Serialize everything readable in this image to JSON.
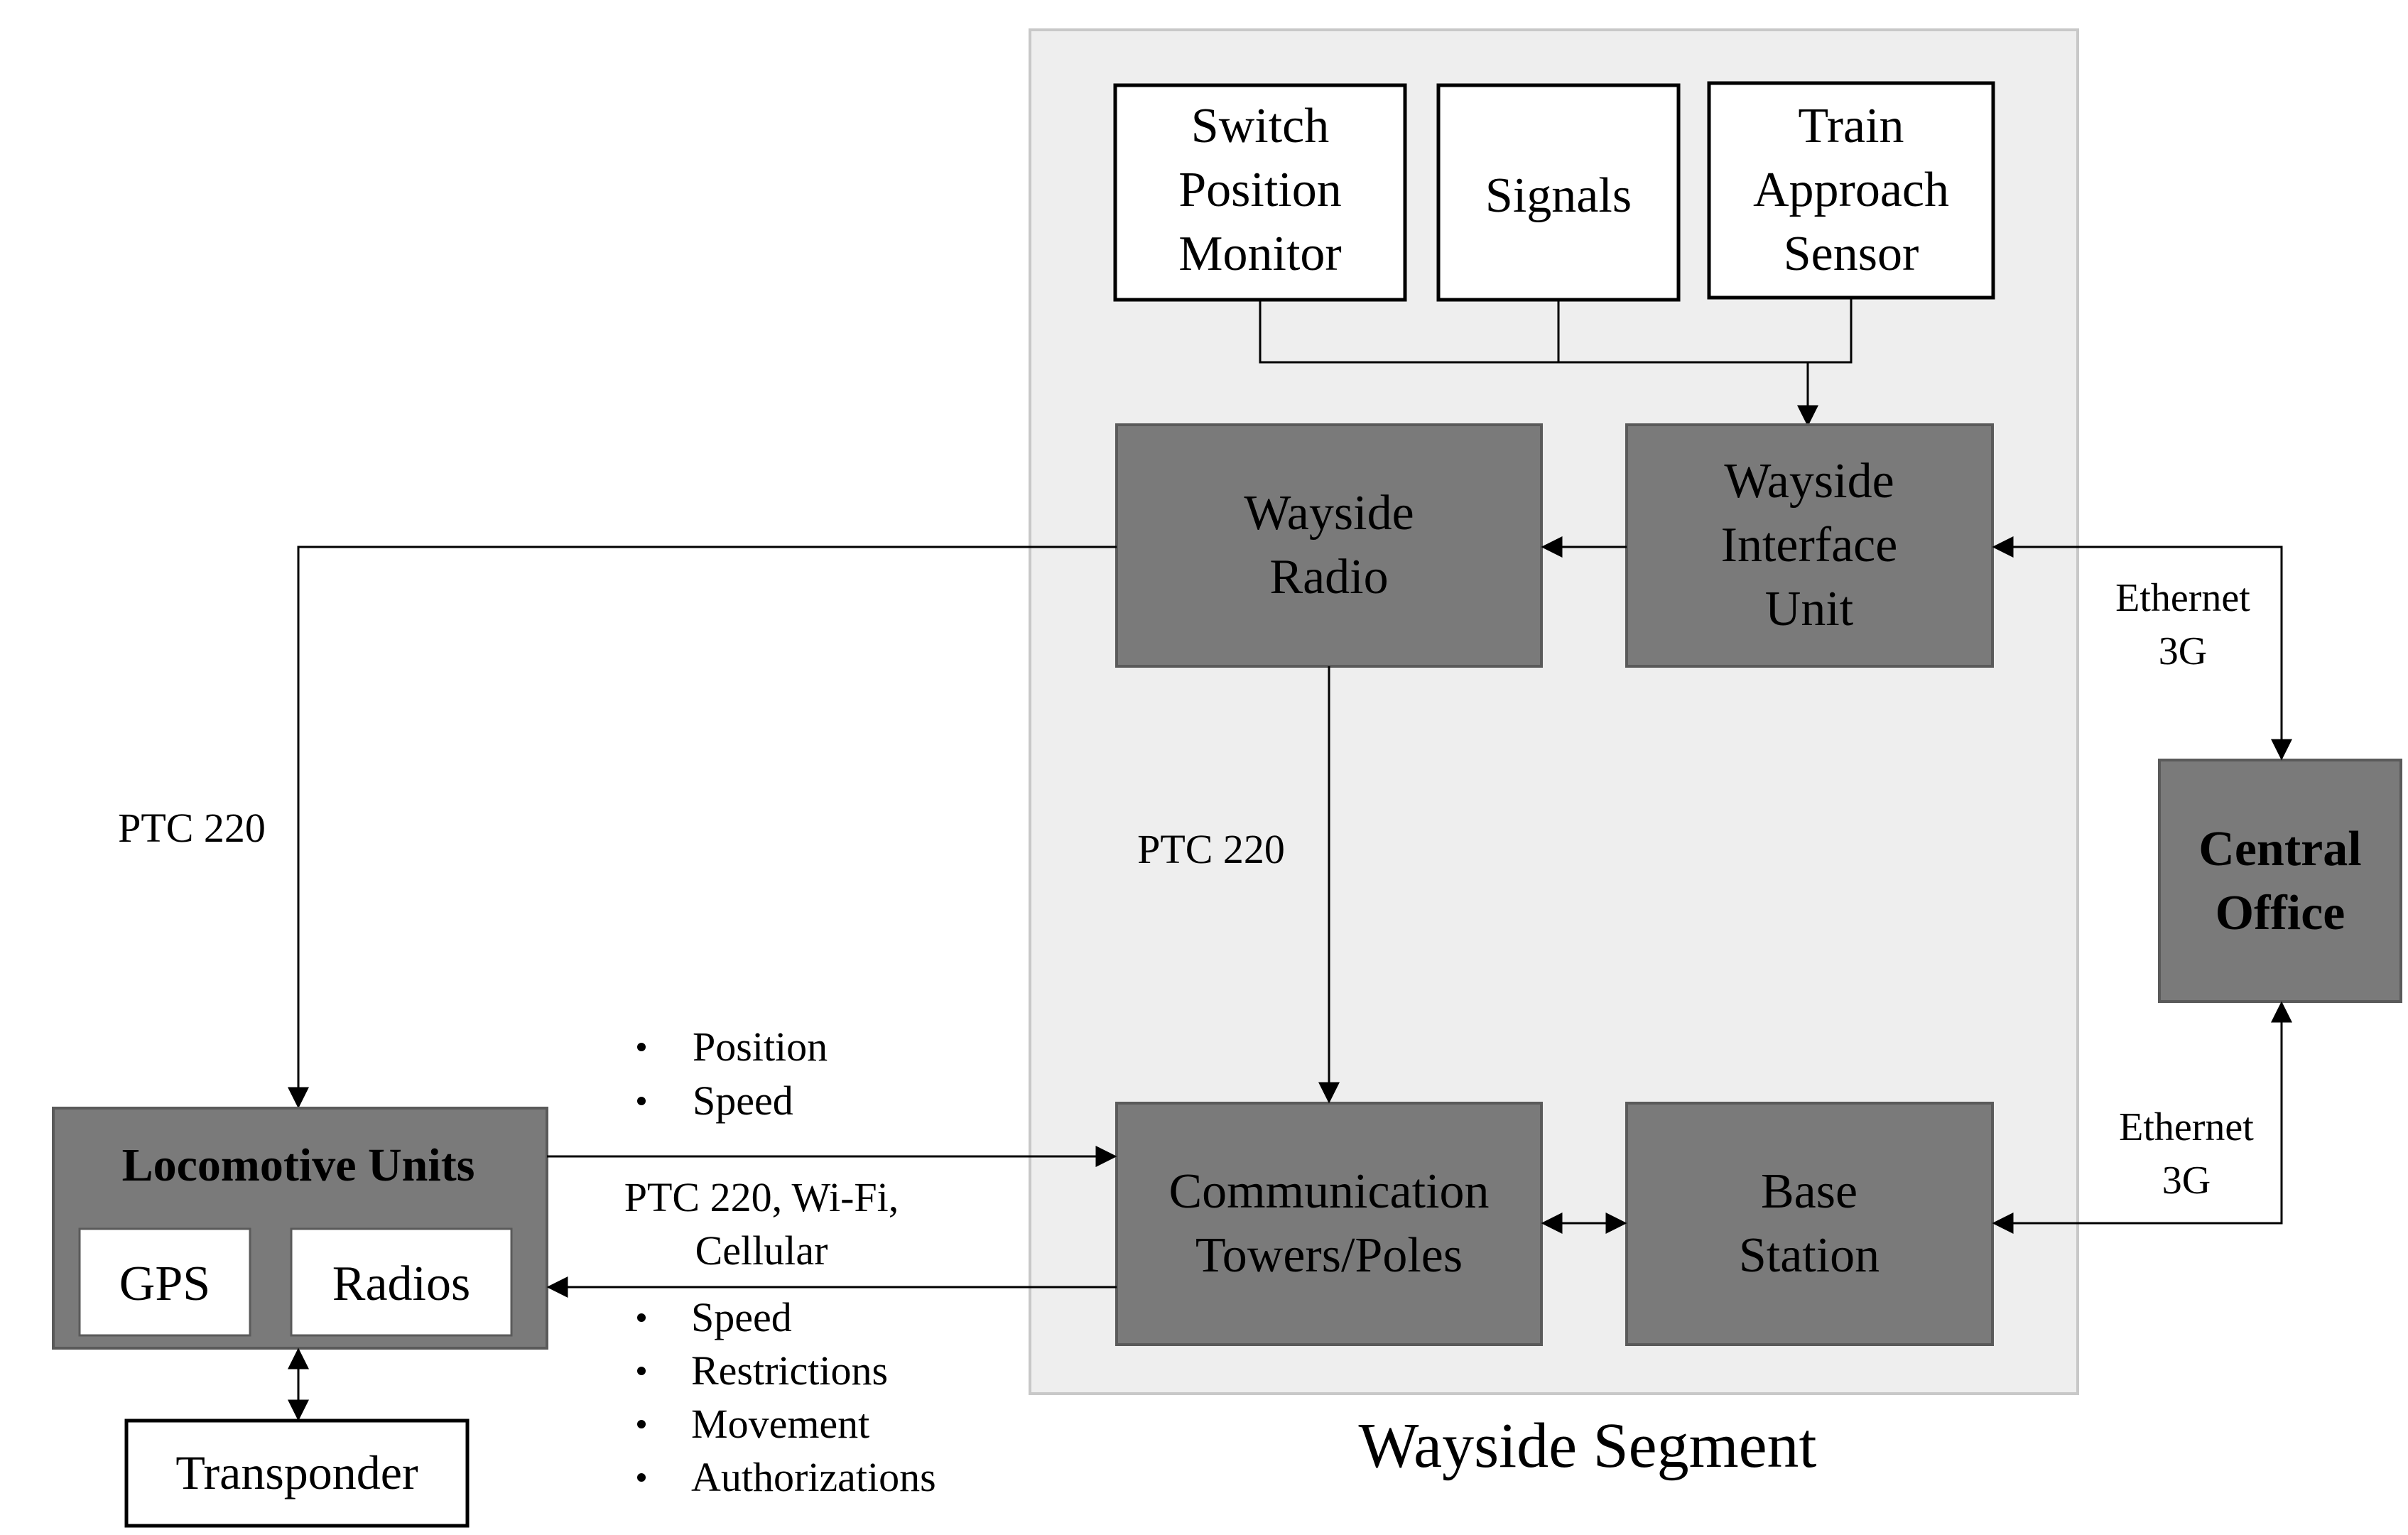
{
  "wayside_segment": {
    "label": "Wayside Segment",
    "switch_position_monitor": [
      "Switch",
      "Position",
      "Monitor"
    ],
    "signals": [
      "Signals"
    ],
    "train_approach_sensor": [
      "Train",
      "Approach",
      "Sensor"
    ],
    "wayside_radio": [
      "Wayside",
      "Radio"
    ],
    "wayside_interface_unit": [
      "Wayside",
      "Interface",
      "Unit"
    ],
    "communication_towers": [
      "Communication",
      "Towers/Poles"
    ],
    "base_station": [
      "Base",
      "Station"
    ]
  },
  "central_office": [
    "Central",
    "Office"
  ],
  "locomotive_units": {
    "title": "Locomotive Units",
    "gps": "GPS",
    "radios": "Radios"
  },
  "transponder": "Transponder",
  "link_labels": {
    "ptc_left": "PTC 220",
    "ptc_center": "PTC 220",
    "ethernet_top": [
      "Ethernet",
      "3G"
    ],
    "ethernet_bottom": [
      "Ethernet",
      "3G"
    ],
    "ptc_wifi": [
      "PTC 220, Wi-Fi,",
      "Cellular"
    ]
  },
  "uplink_bullets": [
    "Position",
    "Speed"
  ],
  "downlink_bullets": [
    "Speed",
    "Restrictions",
    "Movement",
    "Authorizations"
  ],
  "colors": {
    "dark_box": "#7a7a7a",
    "segment_bg": "#eeeeee",
    "line": "#000000"
  }
}
